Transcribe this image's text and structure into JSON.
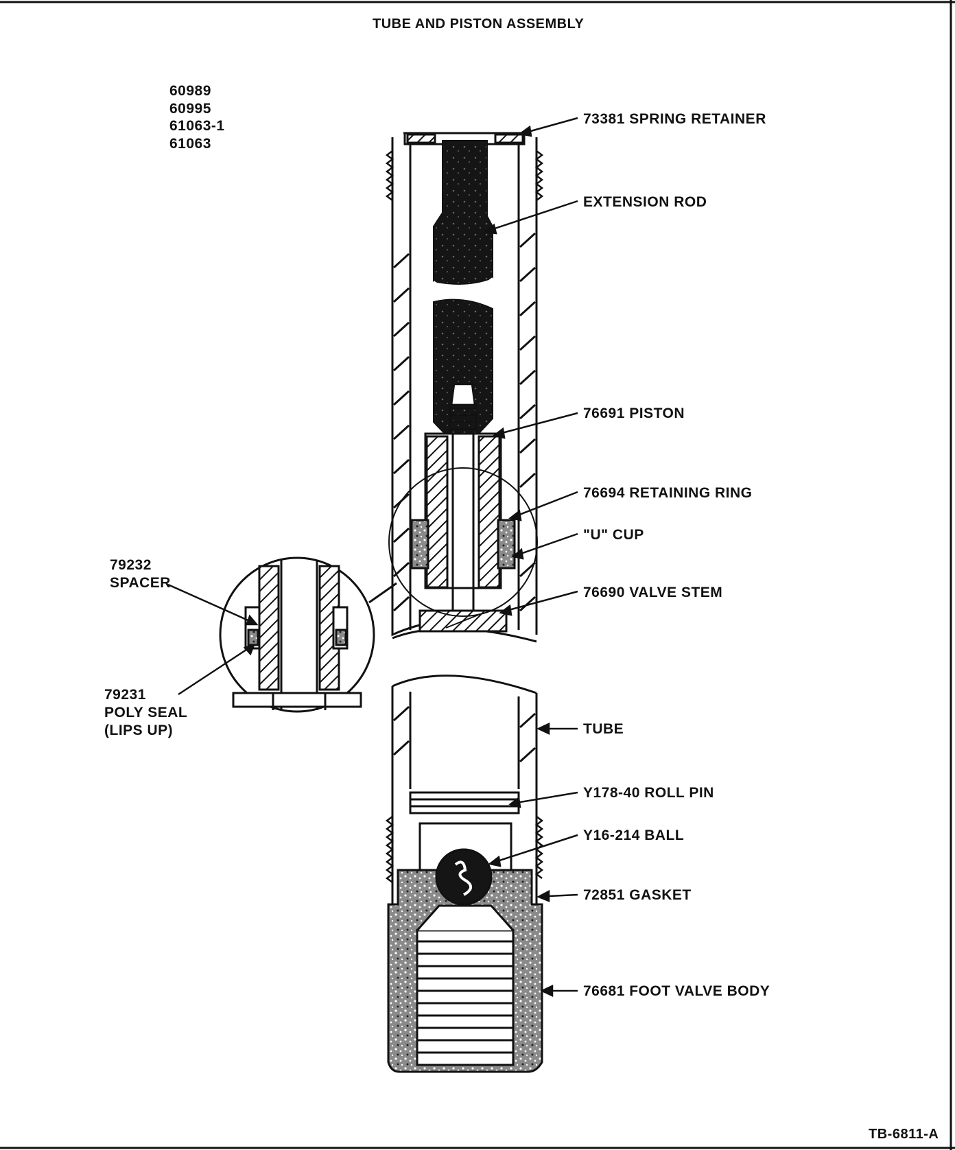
{
  "title": "TUBE AND PISTON ASSEMBLY",
  "model_numbers": [
    "60989",
    "60995",
    "61063-1",
    "61063"
  ],
  "labels": {
    "spring_retainer": "73381 SPRING RETAINER",
    "extension_rod": "EXTENSION ROD",
    "piston": "76691 PISTON",
    "retaining_ring": "76694 RETAINING RING",
    "u_cup": "\"U\" CUP",
    "valve_stem": "76690 VALVE STEM",
    "tube": "TUBE",
    "roll_pin": "Y178-40 ROLL PIN",
    "ball": "Y16-214 BALL",
    "gasket": "72851 GASKET",
    "foot_valve_body": "76681 FOOT VALVE BODY",
    "spacer_num": "79232",
    "spacer": "SPACER",
    "poly_seal_num": "79231",
    "poly_seal": "POLY SEAL",
    "poly_seal_note": "(LIPS UP)"
  },
  "doc_id": "TB-6811-A"
}
